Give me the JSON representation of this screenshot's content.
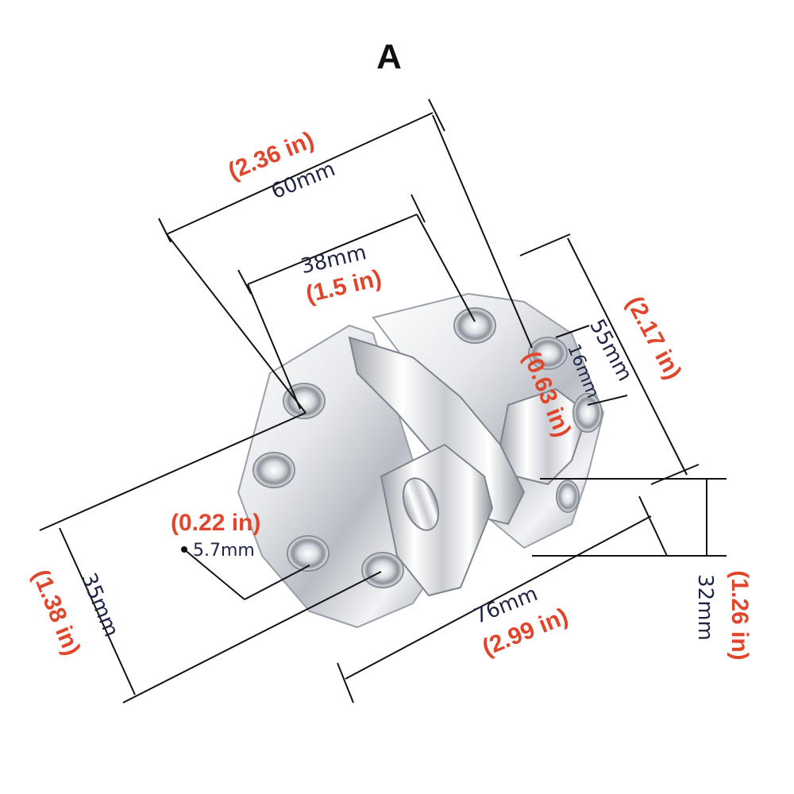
{
  "title": "A",
  "colors": {
    "inch_text": "#e0462c",
    "mm_text": "#1f2444",
    "dimension_line": "#111111",
    "metal_light": "#f4f5f7",
    "metal_dark": "#8a8f98"
  },
  "dimensions": {
    "overall_width": {
      "mm": "60mm",
      "inch": "(2.36 in)"
    },
    "hole_spacing": {
      "mm": "38mm",
      "inch": "(1.5 in)"
    },
    "overall_depth": {
      "mm": "55mm",
      "inch": "(2.17 in)"
    },
    "knuckle_width": {
      "mm": "16mm",
      "inch": "(0.63 in)"
    },
    "hole_diameter": {
      "mm": "5.7mm",
      "inch": "(0.22 in)"
    },
    "left_plate_length": {
      "mm": "35mm",
      "inch": "(1.38 in)"
    },
    "total_length": {
      "mm": "76mm",
      "inch": "(2.99 in)"
    },
    "height": {
      "mm": "32mm",
      "inch": "(1.26 in)"
    }
  }
}
